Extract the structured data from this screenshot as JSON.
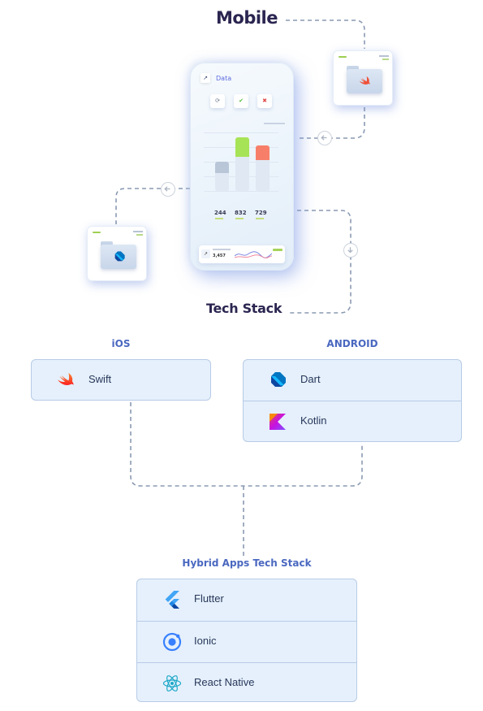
{
  "header": {
    "title": "Mobile"
  },
  "tech_stack": {
    "title": "Tech Stack"
  },
  "phone": {
    "title": "Data",
    "stats": [
      "244",
      "832",
      "729"
    ],
    "bar_levels": [
      0.55,
      1.0,
      0.85
    ],
    "total": "3,457"
  },
  "ios": {
    "title": "iOS",
    "items": [
      {
        "label": "Swift",
        "icon": "swift-icon"
      }
    ]
  },
  "android": {
    "title": "ANDROID",
    "items": [
      {
        "label": "Dart",
        "icon": "dart-icon"
      },
      {
        "label": "Kotlin",
        "icon": "kotlin-icon"
      }
    ]
  },
  "hybrid": {
    "title": "Hybrid Apps Tech Stack",
    "items": [
      {
        "label": "Flutter",
        "icon": "flutter-icon"
      },
      {
        "label": "Ionic",
        "icon": "ionic-icon"
      },
      {
        "label": "React Native",
        "icon": "react-icon"
      }
    ]
  },
  "colors": {
    "accent": "#4a68c0",
    "box_fill": "#e5f0fc",
    "box_border": "#b8cbe6",
    "connector": "#8a9ab2"
  }
}
